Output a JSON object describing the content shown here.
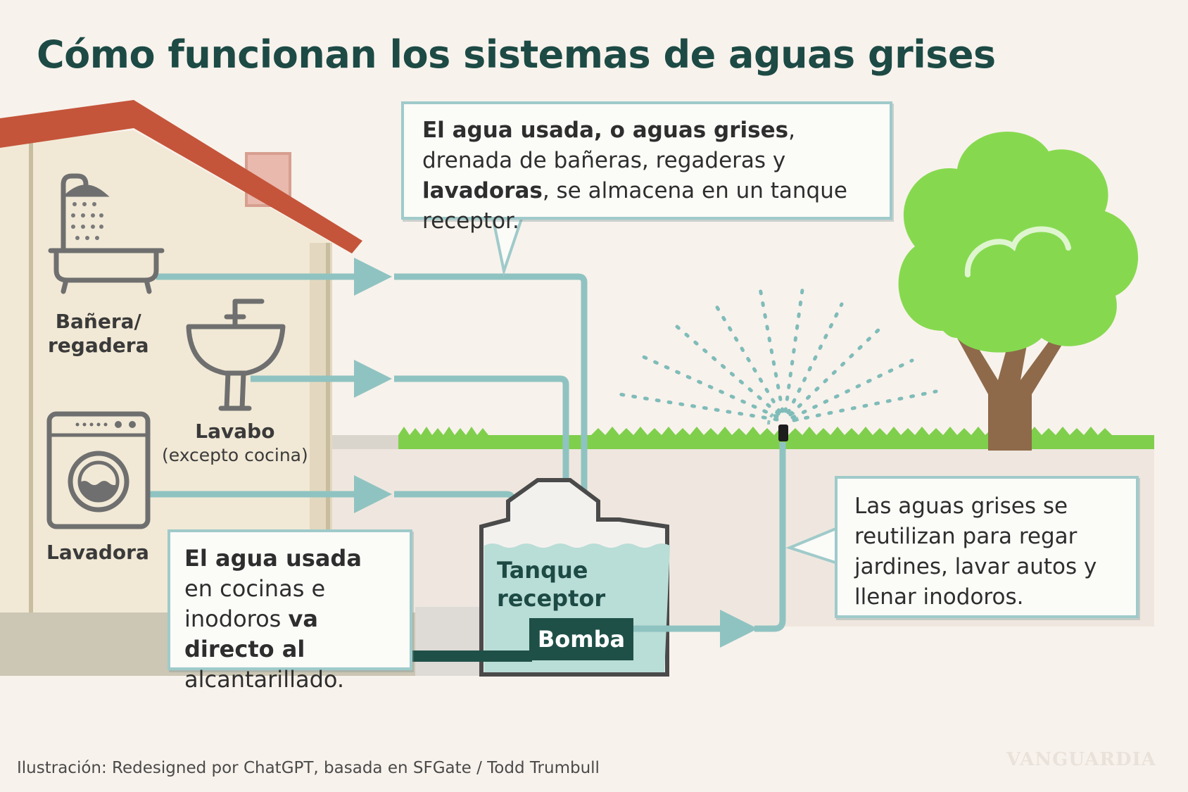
{
  "title": "Cómo funcionan los sistemas de aguas grises",
  "callouts": {
    "top": [
      {
        "text": "El agua usada, o aguas grises",
        "bold": true
      },
      {
        "text": ", drenada de ",
        "bold": false
      },
      {
        "text": "bañeras, regaderas y ",
        "bold": false
      },
      {
        "text": "lavadoras",
        "bold": true
      },
      {
        "text": ", se almacena en un tanque receptor.",
        "bold": false
      }
    ],
    "left": [
      {
        "text": "El agua usada",
        "bold": true
      },
      {
        "text": " en cocinas e inodoros ",
        "bold": false
      },
      {
        "text": "va directo al",
        "bold": true
      },
      {
        "text": " alcantarillado.",
        "bold": false
      }
    ],
    "right": [
      {
        "text": "Las aguas grises se reutilizan para regar jardines, lavar autos y llenar inodoros.",
        "bold": false
      }
    ]
  },
  "fixtures": {
    "bathtub": {
      "line1": "Bañera/",
      "line2": "regadera"
    },
    "sink": {
      "label": "Lavabo",
      "sublabel": "(excepto cocina)"
    },
    "washer": {
      "label": "Lavadora"
    }
  },
  "tank": {
    "line1": "Tanque",
    "line2": "receptor"
  },
  "pump": {
    "label": "Bomba"
  },
  "credit": "Ilustración: Redesigned por ChatGPT, basada en SFGate / Todd Trumbull",
  "watermark": "VANGUARDIA",
  "colors": {
    "title": "#1d4a45",
    "pipe": "#8fc3c1",
    "water": "#b9ddd7",
    "roof": "#c4553a",
    "wall": "#f1e9d6",
    "grass": "#7fcf4d",
    "tree": "#86d94f",
    "trunk": "#8e6a4a",
    "pump": "#1f5048"
  },
  "icons": [
    "shower-icon",
    "bathtub-icon",
    "sink-icon",
    "washing-machine-icon",
    "sprinkler-icon",
    "tree-icon"
  ]
}
